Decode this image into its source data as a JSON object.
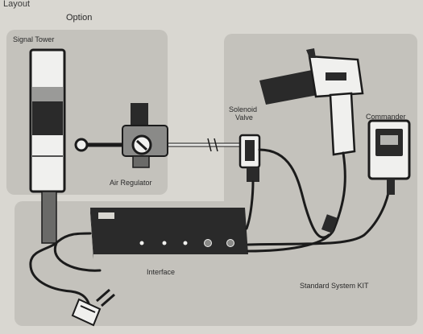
{
  "header": {
    "top_title": "Layout",
    "option": "Option"
  },
  "labels": {
    "signal_tower": "Signal Tower",
    "air_regulator": "Air Regulator",
    "solenoid_valve_1": "Solenoid",
    "solenoid_valve_2": "Valve",
    "commander": "Commander",
    "interface": "Interface",
    "kit": "Standard System KIT"
  },
  "colors": {
    "background": "#d9d7d1",
    "panel": "#c4c2bc",
    "line": "#1b1b1b",
    "device": "#2a2a2a",
    "light": "#f0f0ee"
  }
}
